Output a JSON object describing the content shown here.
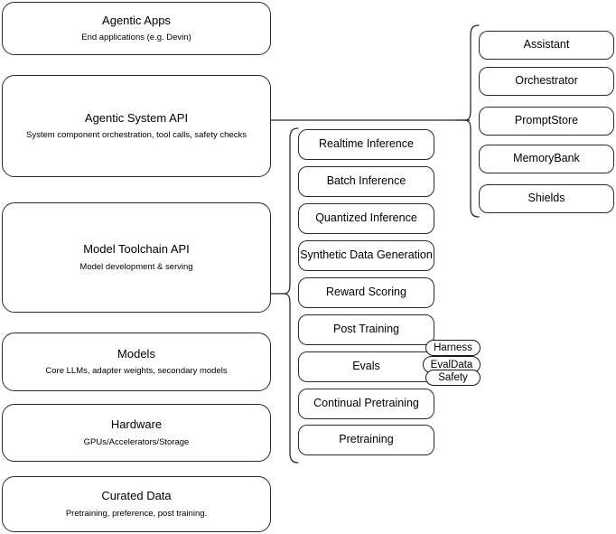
{
  "diagram": {
    "title": "Agentic AI stack layer diagram",
    "stroke_color": "#2b2b2b",
    "background_color": "#ffffff"
  },
  "layers": [
    {
      "name": "agentic-apps",
      "title": "Agentic Apps",
      "subtitle": "End applications (e.g. Devin)"
    },
    {
      "name": "agentic-system-api",
      "title": "Agentic System API",
      "subtitle": "System component orchestration, tool calls, safety checks"
    },
    {
      "name": "model-toolchain-api",
      "title": "Model Toolchain API",
      "subtitle": "Model development & serving"
    },
    {
      "name": "models",
      "title": "Models",
      "subtitle": "Core LLMs, adapter weights, secondary models"
    },
    {
      "name": "hardware",
      "title": "Hardware",
      "subtitle": "GPUs/Accelerators/Storage"
    },
    {
      "name": "curated-data",
      "title": "Curated Data",
      "subtitle": "Pretraining, preference, post training."
    }
  ],
  "toolchain_items": [
    {
      "name": "realtime-inference",
      "label": "Realtime Inference"
    },
    {
      "name": "batch-inference",
      "label": "Batch Inference"
    },
    {
      "name": "quantized-inference",
      "label": "Quantized Inference"
    },
    {
      "name": "synthetic-data-generation",
      "label": "Synthetic Data Generation"
    },
    {
      "name": "reward-scoring",
      "label": "Reward Scoring"
    },
    {
      "name": "post-training",
      "label": "Post Training"
    },
    {
      "name": "evals",
      "label": "Evals"
    },
    {
      "name": "continual-pretraining",
      "label": "Continual Pretraining"
    },
    {
      "name": "pretraining",
      "label": "Pretraining"
    }
  ],
  "evals_badges": [
    {
      "name": "harness",
      "label": "Harness"
    },
    {
      "name": "evaldata",
      "label": "EvalData"
    },
    {
      "name": "safety",
      "label": "Safety"
    }
  ],
  "system_items": [
    {
      "name": "assistant",
      "label": "Assistant"
    },
    {
      "name": "orchestrator",
      "label": "Orchestrator"
    },
    {
      "name": "promptstore",
      "label": "PromptStore"
    },
    {
      "name": "memorybank",
      "label": "MemoryBank"
    },
    {
      "name": "shields",
      "label": "Shields"
    }
  ]
}
